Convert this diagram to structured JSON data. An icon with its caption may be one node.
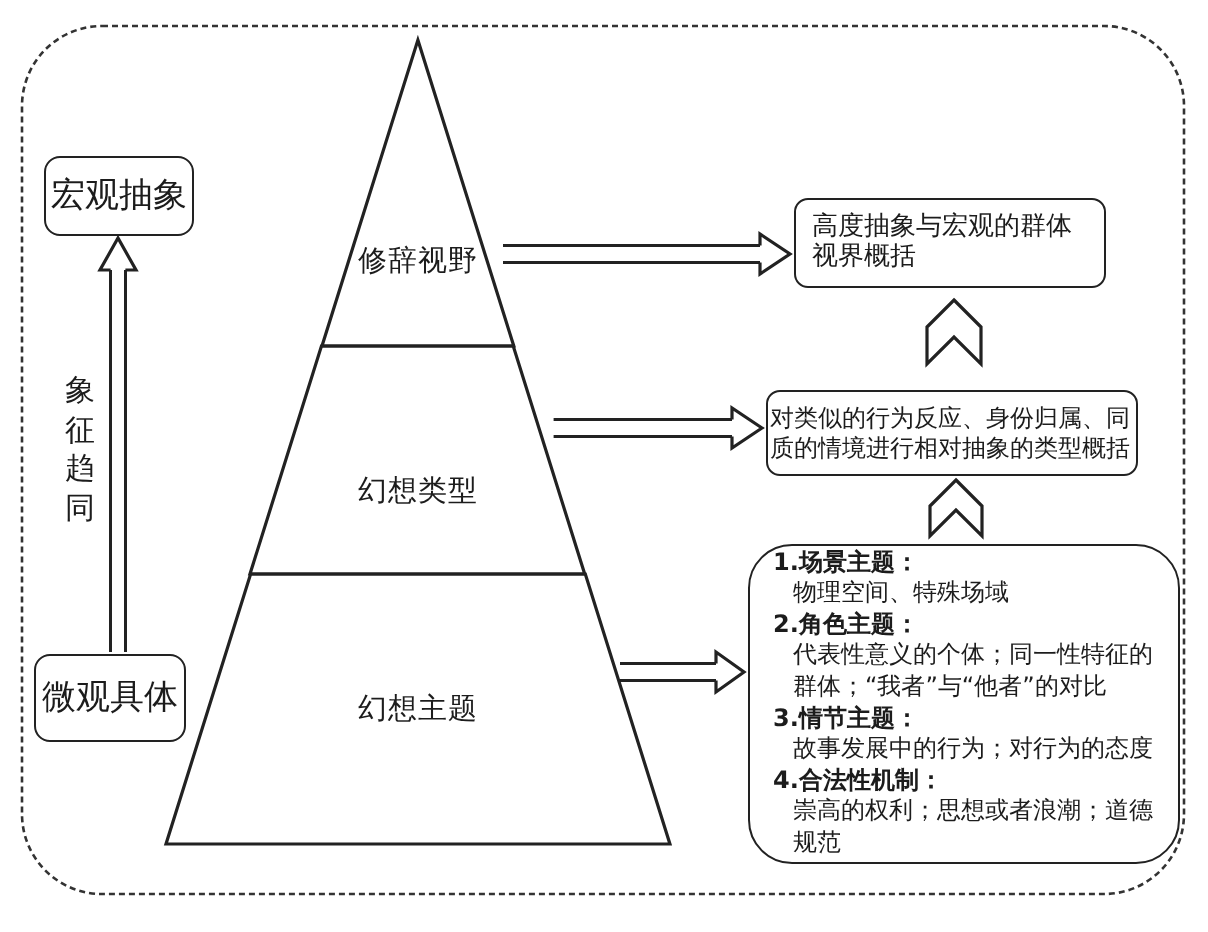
{
  "diagram": {
    "nodes": [
      {
        "text": [
          "宏观抽象"
        ]
      },
      {
        "text": [
          "修辞视野"
        ]
      },
      {
        "text": [
          "高度抽象与宏观的群体视界概括"
        ]
      },
      {
        "text": [
          "幻想类型"
        ]
      },
      {
        "text": [
          "对类似的行为反应、身份归属、同质的情境进行相对抽象的类型概括"
        ]
      },
      {
        "text": [
          "微观具体"
        ]
      },
      {
        "text": [
          "幻想主题"
        ]
      },
      {
        "text": [
          "1.场景主题：",
          "物理空间、特殊场域",
          "2.角色主题：",
          "代表性意义的个体；同一性特征的群体；“我者”与“他者”的对比",
          "3.情节主题：",
          "故事发展中的行为；对行为的态度",
          "4.合法性机制：",
          "崇高的权利；思想或者浪潮；道德规范"
        ]
      }
    ],
    "edges": [
      {
        "from": 5,
        "to": 0,
        "arrow": "to",
        "label": "象征趋同"
      },
      {
        "from": 1,
        "to": 2,
        "arrow": "to"
      },
      {
        "from": 3,
        "to": 4,
        "arrow": "to"
      },
      {
        "from": 6,
        "to": 7,
        "arrow": "to"
      },
      {
        "from": 7,
        "to": 4,
        "arrow": "to"
      },
      {
        "from": 4,
        "to": 2,
        "arrow": "to"
      }
    ]
  }
}
